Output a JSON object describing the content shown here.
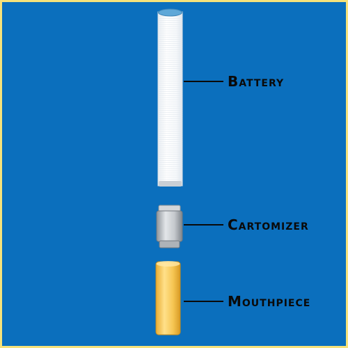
{
  "diagram": {
    "parts": [
      {
        "id": "battery",
        "label": "Battery"
      },
      {
        "id": "cartomizer",
        "label": "Cartomizer"
      },
      {
        "id": "mouthpiece",
        "label": "Mouthpiece"
      }
    ]
  },
  "colors": {
    "background": "#0b6fbd",
    "border": "#f6e27a",
    "battery": "#ffffff",
    "battery_tip": "#5fa8d8",
    "cartomizer": "#bfc3c7",
    "mouthpiece": "#f4c44f",
    "leader_line": "#0a0a0a",
    "label_text": "#0a0a0a"
  }
}
